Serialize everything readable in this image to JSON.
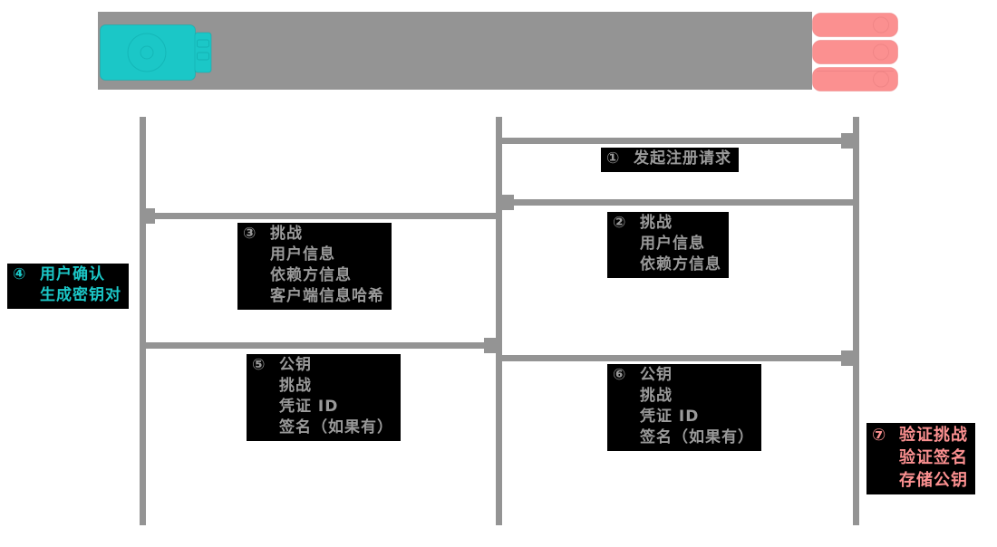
{
  "diagram": {
    "type": "sequence-diagram",
    "colors": {
      "bar_gray": "#949494",
      "line_gray": "#9a9a9a",
      "label_bg": "#000000",
      "label_text_gray": "#9a9a9a",
      "cyan": "#1bc7c7",
      "cyan_stroke": "#0fa9ab",
      "pink": "#fb9090",
      "pink_stroke": "#e97f81"
    },
    "actors": {
      "authenticator": {
        "icon": "usb-security-key-icon"
      },
      "client": {},
      "server": {
        "icon": "server-icon"
      }
    },
    "messages": {
      "m1": {
        "number": "①",
        "lines": [
          "发起注册请求"
        ],
        "direction": "client→server"
      },
      "m2": {
        "number": "②",
        "lines": [
          "挑战",
          "用户信息",
          "依赖方信息"
        ],
        "direction": "server→client"
      },
      "m3": {
        "number": "③",
        "lines": [
          "挑战",
          "用户信息",
          "依赖方信息",
          "客户端信息哈希"
        ],
        "direction": "client→authenticator"
      },
      "m4": {
        "number": "④",
        "lines": [
          "用户确认",
          "生成密钥对"
        ],
        "direction": "note@authenticator"
      },
      "m5": {
        "number": "⑤",
        "lines": [
          "公钥",
          "挑战",
          "凭证 ID",
          "签名（如果有）"
        ],
        "direction": "authenticator→client"
      },
      "m6": {
        "number": "⑥",
        "lines": [
          "公钥",
          "挑战",
          "凭证 ID",
          "签名（如果有）"
        ],
        "direction": "client→server"
      },
      "m7": {
        "number": "⑦",
        "lines": [
          "验证挑战",
          "验证签名",
          "存储公钥"
        ],
        "direction": "note@server"
      }
    }
  }
}
